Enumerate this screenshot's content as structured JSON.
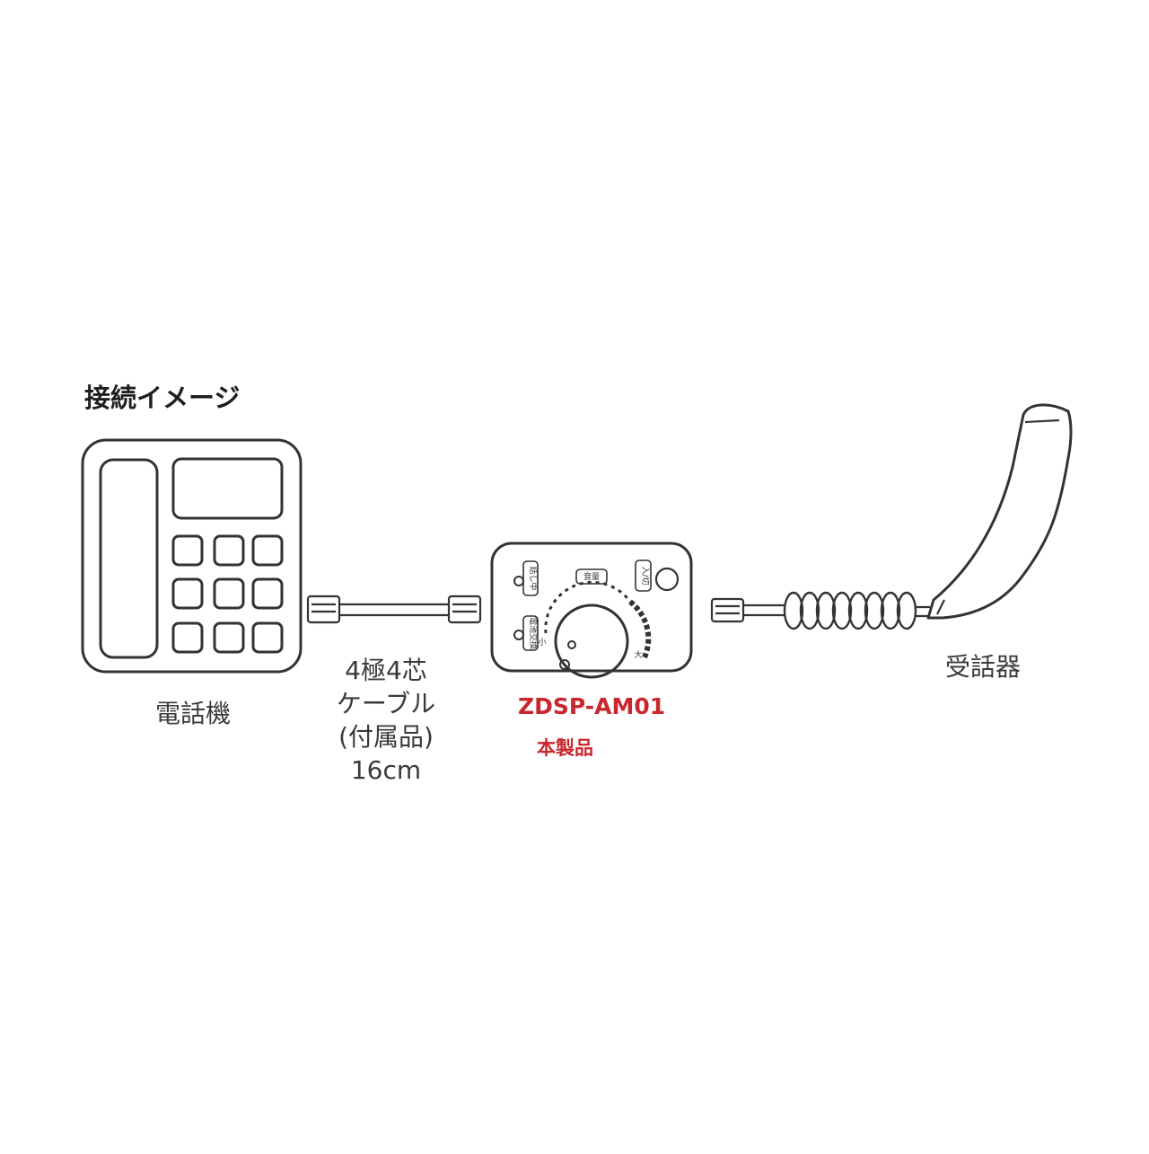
{
  "title": "接続イメージ",
  "phone": {
    "label": "電話機"
  },
  "cable": {
    "lines": [
      "4極4芯",
      "ケーブル",
      "(付属品)",
      "16cm"
    ]
  },
  "device": {
    "model": "ZDSP-AM01",
    "tag": "本製品",
    "indicator_call": "話し中",
    "indicator_battery": "電池交換",
    "volume_label": "音量",
    "power_label": "入/切",
    "min_label": "小",
    "max_label": "大"
  },
  "handset": {
    "label": "受話器"
  },
  "colors": {
    "accent": "#c9262e",
    "line": "#333333",
    "text": "#3a3a3a"
  }
}
